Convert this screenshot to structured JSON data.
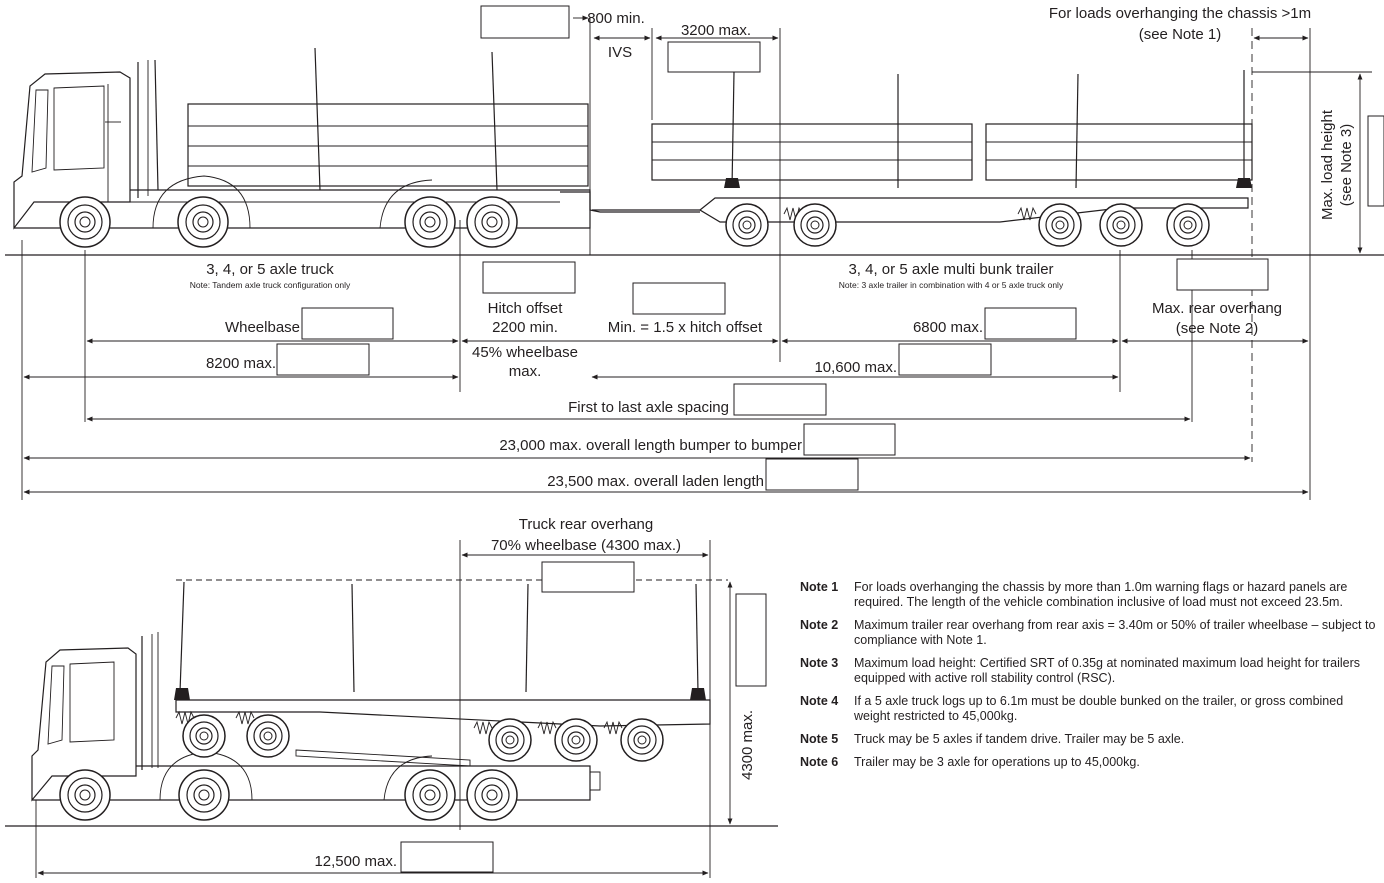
{
  "top_right": {
    "overhang_flags_l1": "For loads overhanging the chassis >1m",
    "overhang_flags_l2": "(see Note 1)"
  },
  "dims_top": {
    "min_800": "800 min.",
    "ivs": "IVS",
    "max_3200": "3200 max.",
    "max_load_height_l1": "Max. load height",
    "max_load_height_l2": "(see Note 3)",
    "truck_title": "3, 4, or 5 axle truck",
    "truck_note": "Note: Tandem axle truck configuration only",
    "trailer_title": "3, 4, or 5 axle multi bunk trailer",
    "trailer_note": "Note: 3 axle trailer in combination with 4 or 5 axle truck only",
    "hitch_offset_l1": "Hitch offset",
    "hitch_offset_l2": "2200 min.",
    "hitch_offset_l3": "45% wheelbase",
    "hitch_offset_l4": "max.",
    "min_hitch": "Min. = 1.5 x hitch offset",
    "wheelbase": "Wheelbase",
    "max_8200": "8200 max.",
    "max_6800": "6800 max.",
    "max_10600": "10,600 max.",
    "rear_overhang_l1": "Max. rear overhang",
    "rear_overhang_l2": "(see Note 2)",
    "first_last": "First to last axle spacing",
    "overall_23000": "23,000 max. overall length bumper to bumper",
    "overall_23500": "23,500 max. overall laden length"
  },
  "dims_bottom": {
    "truck_rear_overhang_l1": "Truck rear overhang",
    "truck_rear_overhang_l2": "70% wheelbase (4300 max.)",
    "max_4300": "4300 max.",
    "max_12500": "12,500 max."
  },
  "notes": [
    {
      "label": "Note 1",
      "text": "For loads overhanging the chassis by more than 1.0m warning flags or hazard panels are required. The length of the vehicle combination inclusive of load must not exceed 23.5m."
    },
    {
      "label": "Note 2",
      "text": "Maximum trailer rear overhang from rear axis = 3.40m or 50% of trailer wheelbase – subject to compliance with Note 1."
    },
    {
      "label": "Note 3",
      "text": "Maximum load height: Certified SRT of 0.35g at nominated maximum load height for trailers equipped with active roll stability control (RSC)."
    },
    {
      "label": "Note 4",
      "text": "If a 5 axle truck logs up to 6.1m must be double bunked on the trailer, or gross combined weight restricted to 45,000kg."
    },
    {
      "label": "Note 5",
      "text": "Truck may be 5 axles if tandem drive. Trailer may be 5 axle."
    },
    {
      "label": "Note 6",
      "text": "Trailer may be 3 axle for operations up to 45,000kg."
    }
  ],
  "colors": {
    "line": "#231f20",
    "background": "#ffffff"
  }
}
